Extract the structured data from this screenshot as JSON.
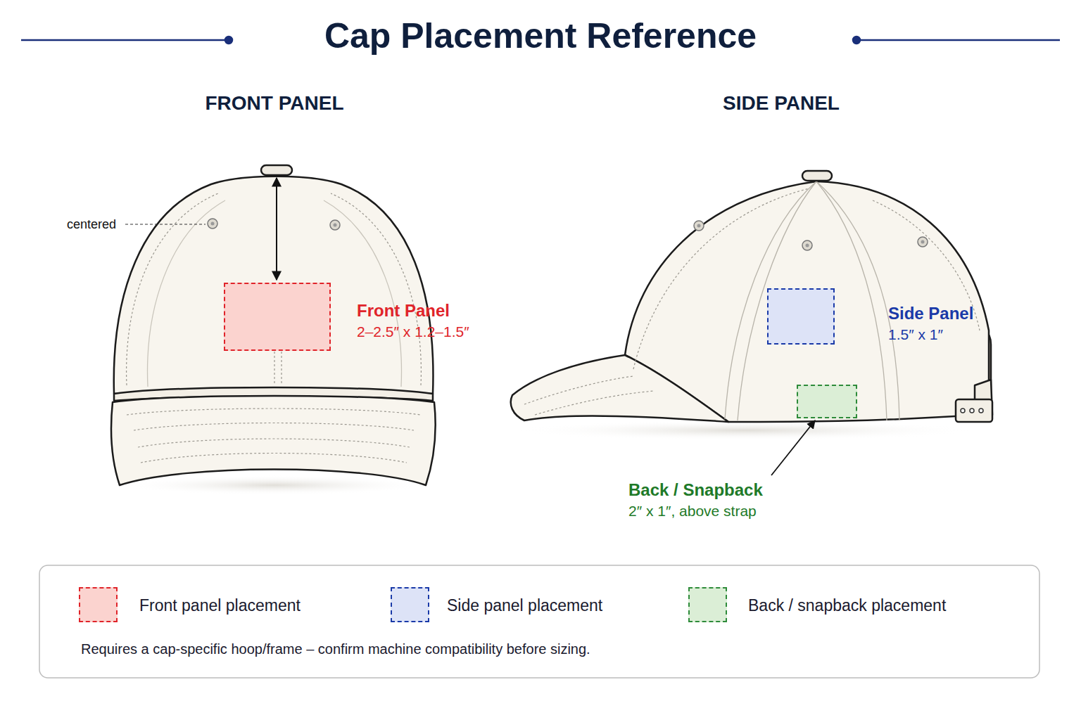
{
  "diagram": {
    "title": "Cap Placement Reference",
    "nodes": [
      {
        "text": [
          "Front Panel",
          "2–2.5″ x 1.2–1.5″"
        ]
      },
      {
        "text": [
          "Side Panel",
          "1.5″ x 1″"
        ]
      },
      {
        "text": [
          "Back / Snapback",
          "2″ x 1″, above strap"
        ]
      }
    ],
    "labels": [
      "FRONT PANEL",
      "SIDE PANEL",
      "centered",
      "Requires a cap-specific hoop/frame – confirm machine compatibility before sizing."
    ],
    "legend": [
      {
        "text": "Front panel placement",
        "color": "#fbd3cf"
      },
      {
        "text": "Side panel placement",
        "color": "#dde3f7"
      },
      {
        "text": "Back / snapback placement",
        "color": "#dbeed6"
      }
    ]
  }
}
